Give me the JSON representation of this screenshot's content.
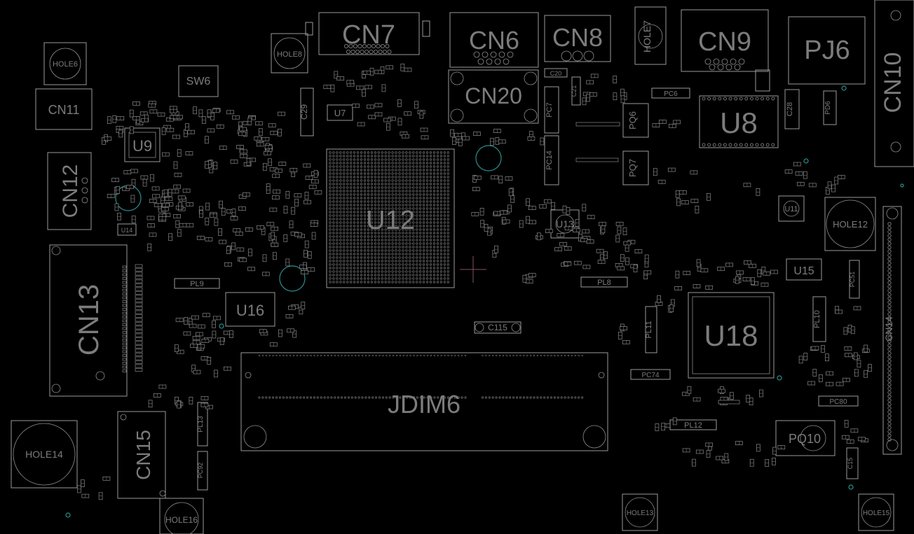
{
  "labels": {
    "cn7": "CN7",
    "cn6": "CN6",
    "cn8": "CN8",
    "cn9": "CN9",
    "pj6": "PJ6",
    "cn10": "CN10",
    "cn20": "CN20",
    "u8": "U8",
    "u9": "U9",
    "u12": "U12",
    "u13": "U13",
    "u16": "U16",
    "u18": "U18",
    "u7": "U7",
    "u11": "U11",
    "u15": "U15",
    "u14": "U14",
    "cn11": "CN11",
    "cn12": "CN12",
    "cn13": "CN13",
    "cn14": "CN14",
    "cn15": "CN15",
    "jdim6": "JDIM6",
    "sw6": "SW6",
    "hole6": "HOLE6",
    "hole8": "HOLE8",
    "hole7": "HOLE7",
    "hole12": "HOLE12",
    "hole14": "HOLE14",
    "hole16": "HOLE16",
    "hole13": "HOLE13",
    "hole15": "HOLE15",
    "pq10": "PQ10",
    "pq6": "PQ6",
    "pq7": "PQ7",
    "pl9": "PL9",
    "pl8": "PL8",
    "pl10": "PL10",
    "pl11": "PL11",
    "pl12": "PL12",
    "pl13": "PL13",
    "pc6": "PC6",
    "pc7": "PC7",
    "pc14": "PC14",
    "pc74": "PC74",
    "pc80": "PC80",
    "pc92": "PC92",
    "pc51": "PC51",
    "c29": "C29",
    "c28": "C28",
    "c20": "C20",
    "c115": "C115",
    "c15": "C15",
    "pd6": "PD6",
    "c21": "C21"
  },
  "colors": {
    "background": "#000000",
    "silkscreen": "#9a9a9a",
    "label": "#7c7c7c",
    "via": "#2a8f8f",
    "origin_marker": "#8a5060"
  }
}
